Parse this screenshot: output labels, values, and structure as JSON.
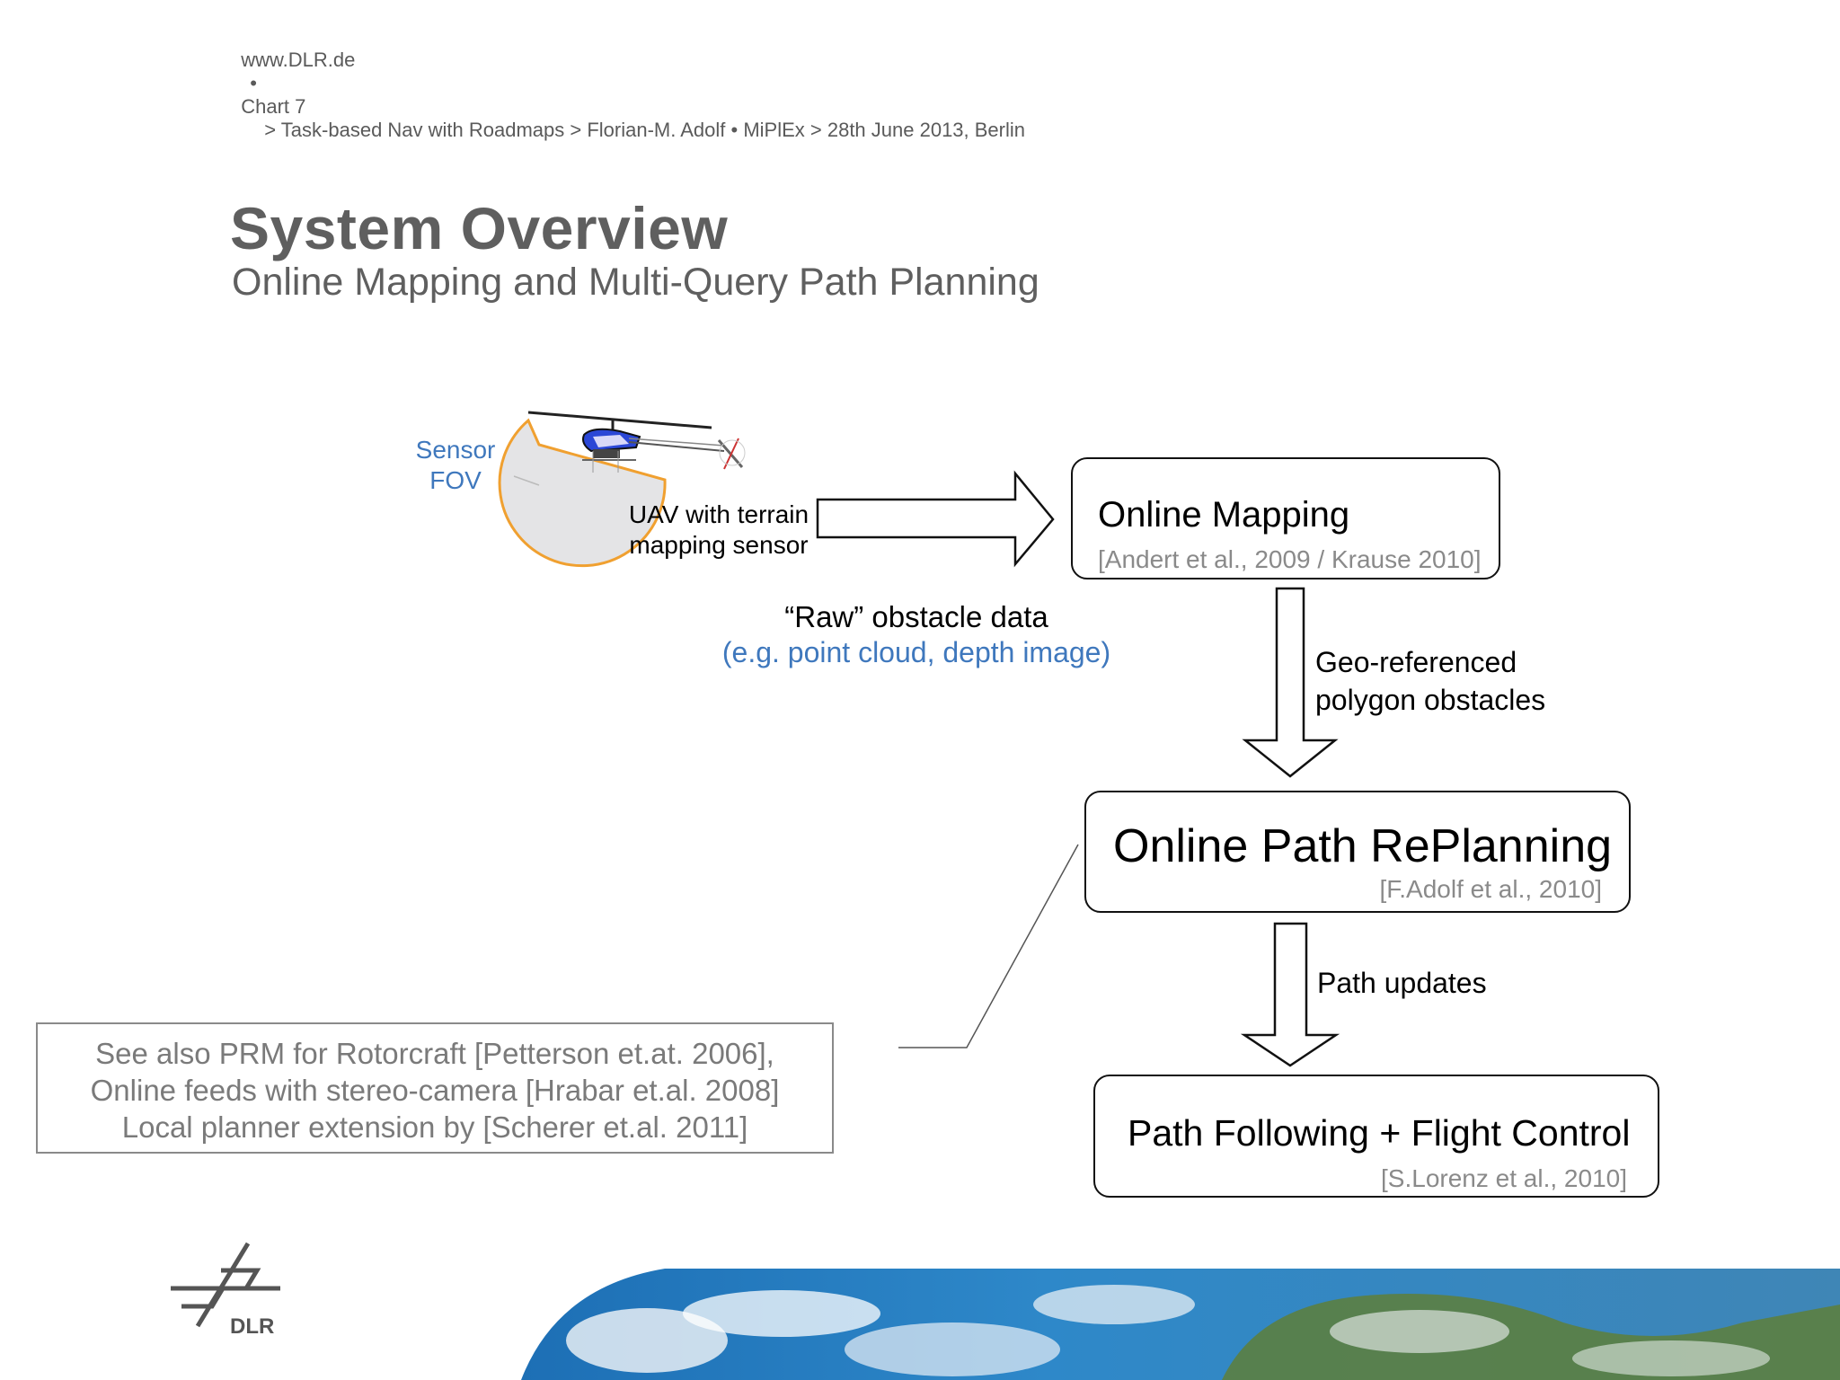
{
  "header": {
    "site": "www.DLR.de",
    "bullet": "•",
    "chart": "Chart 7",
    "breadcrumb": "> Task-based Nav with Roadmaps > Florian-M. Adolf • MiPlEx > 28th June 2013, Berlin"
  },
  "slide": {
    "title": "System Overview",
    "subtitle": "Online Mapping and Multi-Query Path Planning"
  },
  "diagram": {
    "sensor_fov": [
      "Sensor",
      "FOV"
    ],
    "uav_label": [
      "UAV with terrain",
      "mapping sensor"
    ],
    "raw_label": "“Raw” obstacle data",
    "raw_sub": "(e.g. point cloud, depth image)",
    "online_mapping": {
      "title": "Online Mapping",
      "ref": "[Andert et al., 2009 / Krause 2010]"
    },
    "geo_label": [
      "Geo-referenced",
      "polygon obstacles"
    ],
    "online_replanning": {
      "title": "Online Path RePlanning",
      "ref": "[F.Adolf et al., 2010]"
    },
    "path_updates": "Path updates",
    "path_following": {
      "title": "Path Following + Flight Control",
      "ref": "[S.Lorenz et al., 2010]"
    },
    "see_also": [
      "See also PRM for Rotorcraft [Petterson et.at. 2006],",
      "Online feeds with stereo-camera [Hrabar et.al. 2008]",
      "Local planner extension by [Scherer et.al. 2011]"
    ]
  },
  "logo": {
    "text": "DLR"
  },
  "colors": {
    "accent_blue": "#3f78bd",
    "fov_orange": "#f0a030",
    "heading_gray": "#5f5f5f",
    "ref_gray": "#8a8a8a"
  }
}
